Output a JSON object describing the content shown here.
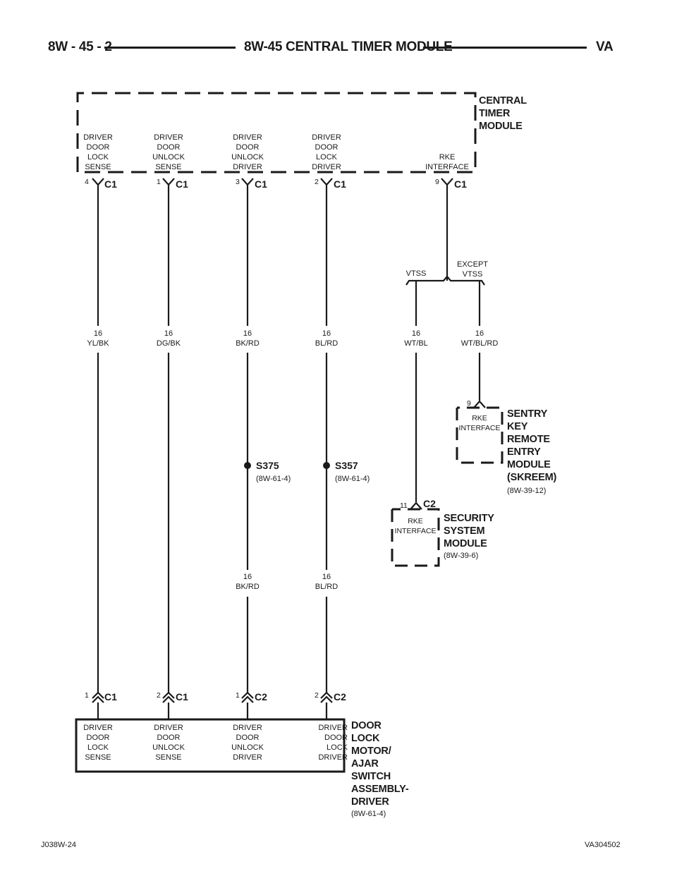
{
  "header": {
    "left": "8W - 45 - 2",
    "center": "8W-45 CENTRAL TIMER MODULE",
    "right": "VA"
  },
  "central_timer_module": {
    "title": "CENTRAL\nTIMER\nMODULE",
    "functions": [
      "DRIVER\nDOOR\nLOCK\nSENSE",
      "DRIVER\nDOOR\nUNLOCK\nSENSE",
      "DRIVER\nDOOR\nUNLOCK\nDRIVER",
      "DRIVER\nDOOR\nLOCK\nDRIVER",
      "RKE\nINTERFACE"
    ],
    "pins": [
      "4",
      "1",
      "3",
      "2",
      "9"
    ],
    "connector": "C1"
  },
  "branch": {
    "vtss": "VTSS",
    "except_vtss": "EXCEPT\nVTSS"
  },
  "wires": [
    "16\nYL/BK",
    "16\nDG/BK",
    "16\nBK/RD",
    "16\nBL/RD",
    "16\nWT/BL",
    "16\nWT/BL/RD"
  ],
  "wires_lower": [
    "16\nBK/RD",
    "16\nBL/RD"
  ],
  "splices": [
    {
      "id": "S375",
      "ref": "(8W-61-4)"
    },
    {
      "id": "S357",
      "ref": "(8W-61-4)"
    }
  ],
  "skreem": {
    "pin": "9",
    "function": "RKE\nINTERFACE",
    "title": "SENTRY\nKEY\nREMOTE\nENTRY\nMODULE\n(SKREEM)",
    "ref": "(8W-39-12)"
  },
  "security_module": {
    "pin": "11",
    "connector": "C2",
    "function": "RKE\nINTERFACE",
    "title": "SECURITY\nSYSTEM\nMODULE",
    "ref": "(8W-39-6)"
  },
  "door_lock_assembly": {
    "pins": [
      "1",
      "2",
      "1",
      "2"
    ],
    "connectors": [
      "C1",
      "C1",
      "C2",
      "C2"
    ],
    "functions": [
      "DRIVER\nDOOR\nLOCK\nSENSE",
      "DRIVER\nDOOR\nUNLOCK\nSENSE",
      "DRIVER\nDOOR\nUNLOCK\nDRIVER",
      "DRIVER\nDOOR\nLOCK\nDRIVER"
    ],
    "title": "DOOR\nLOCK\nMOTOR/\nAJAR\nSWITCH\nASSEMBLY-\nDRIVER",
    "ref": "(8W-61-4)"
  },
  "footer": {
    "left": "J038W-24",
    "right": "VA304502"
  }
}
